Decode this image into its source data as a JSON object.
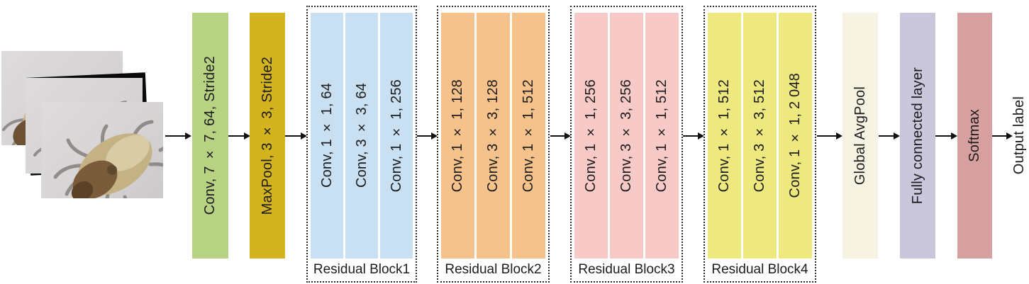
{
  "figure": {
    "input_stack": {
      "icon": "aphid-photo",
      "photo_count": 3
    },
    "stem": [
      {
        "label": "Conv, 7 × 7, 64, Stride2",
        "color": "#b8d284"
      },
      {
        "label": "MaxPool, 3 × 3, Stride2",
        "color": "#d4b41e"
      }
    ],
    "residual_blocks": [
      {
        "name": "Residual Block1",
        "color": "#c9dff2",
        "layers": [
          "Conv, 1 × 1, 64",
          "Conv, 3 × 3, 64",
          "Conv, 1 × 1, 256"
        ]
      },
      {
        "name": "Residual Block2",
        "color": "#f5c28c",
        "layers": [
          "Conv, 1 × 1, 128",
          "Conv, 3 × 3, 128",
          "Conv, 1 × 1, 512"
        ]
      },
      {
        "name": "Residual Block3",
        "color": "#f8cac7",
        "layers": [
          "Conv, 1 × 1, 256",
          "Conv, 3 × 3, 256",
          "Conv, 1 × 1, 512"
        ]
      },
      {
        "name": "Residual Block4",
        "color": "#ede97f",
        "layers": [
          "Conv, 1 × 1, 512",
          "Conv, 3 × 3, 512",
          "Conv, 1 × 1, 2 048"
        ]
      }
    ],
    "head": [
      {
        "label": "Global AvgPool",
        "color": "#f6f3e3"
      },
      {
        "label": "Fully connected layer",
        "color": "#cac7dd"
      },
      {
        "label": "Softmax",
        "color": "#d7a0a0"
      }
    ],
    "output_label": "Output label",
    "arrow_color": "#111111"
  }
}
